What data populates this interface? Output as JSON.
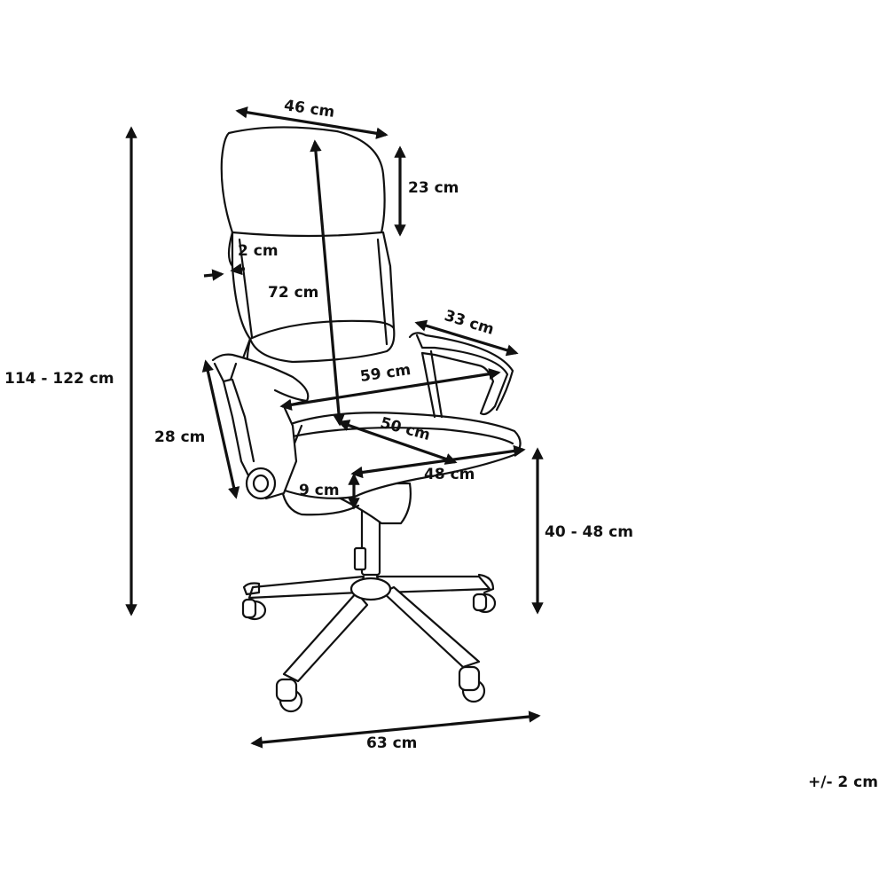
{
  "dimensions": {
    "backrest_width": "46 cm",
    "headrest_height": "23 cm",
    "backrest_thickness": "2 cm",
    "backrest_height": "72 cm",
    "armrest_length": "33 cm",
    "total_height": "114 - 122 cm",
    "width_between_armrests": "59 cm",
    "seat_depth": "50 cm",
    "armrest_height": "28 cm",
    "seat_width": "48 cm",
    "seat_thickness": "9 cm",
    "seat_height": "40 - 48 cm",
    "base_diameter": "63 cm"
  },
  "tolerance": "+/- 2 cm"
}
